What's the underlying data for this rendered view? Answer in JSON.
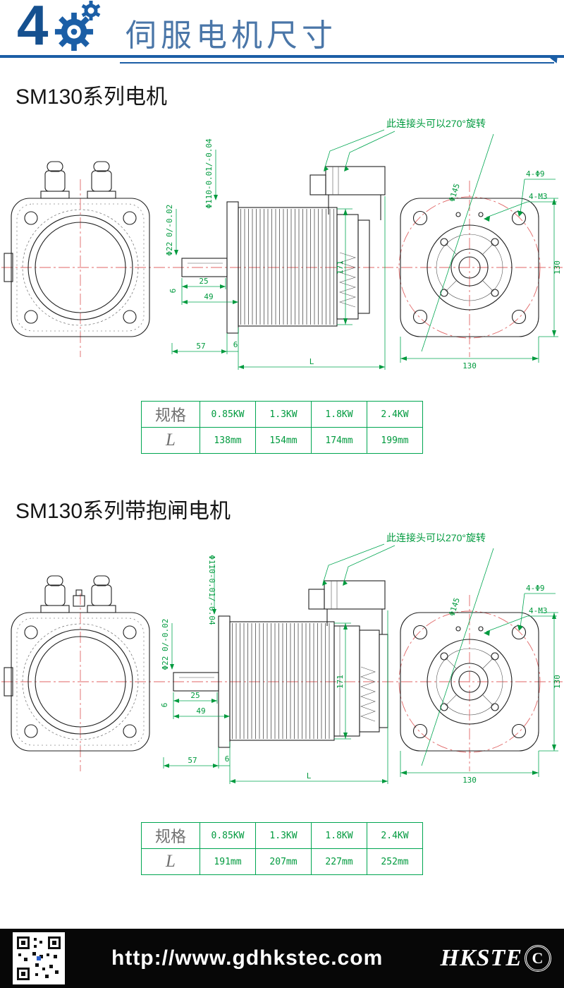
{
  "header": {
    "numeral": "4",
    "title": "伺服电机尺寸"
  },
  "colors": {
    "accent_blue": "#1b5ea6",
    "dimension_green": "#009a3e",
    "centerline_red": "#e06666",
    "table_green": "#00a651"
  },
  "sections": [
    {
      "heading": "SM130系列电机",
      "drawing": {
        "callout": "此连接头可以270°旋转",
        "dims": {
          "d110": "Φ110-0.01/-0.04",
          "d22": "Φ22 0/-0.02",
          "h171": "171",
          "len25": "25",
          "len49": "49",
          "len6_side": "6",
          "len57": "57",
          "len6_flange": "6",
          "lenL": "L",
          "d145": "Φ145",
          "holes_corner": "4-Φ9",
          "holes_face": "4-M3",
          "dim130_right": "130",
          "dim130_bottom": "130"
        }
      },
      "table": {
        "spec_label": "规格",
        "l_label": "L",
        "specs": [
          "0.85KW",
          "1.3KW",
          "1.8KW",
          "2.4KW"
        ],
        "lengths": [
          "138mm",
          "154mm",
          "174mm",
          "199mm"
        ]
      }
    },
    {
      "heading": "SM130系列带抱闸电机",
      "drawing": {
        "callout": "此连接头可以270°旋转",
        "dims": {
          "d110": "Φ110-0.01/-0.04",
          "d22": "Φ22 0/-0.02",
          "h171": "171",
          "len25": "25",
          "len49": "49",
          "len6_side": "6",
          "len57": "57",
          "len6_flange": "6",
          "lenL": "L",
          "d145": "Φ145",
          "holes_corner": "4-Φ9",
          "holes_face": "4-M3",
          "dim130_right": "130",
          "dim130_bottom": "130"
        }
      },
      "table": {
        "spec_label": "规格",
        "l_label": "L",
        "specs": [
          "0.85KW",
          "1.3KW",
          "1.8KW",
          "2.4KW"
        ],
        "lengths": [
          "191mm",
          "207mm",
          "227mm",
          "252mm"
        ]
      }
    }
  ],
  "footer": {
    "url": "http://www.gdhkstec.com",
    "logo_prefix": "HKSTE",
    "logo_c": "C"
  }
}
